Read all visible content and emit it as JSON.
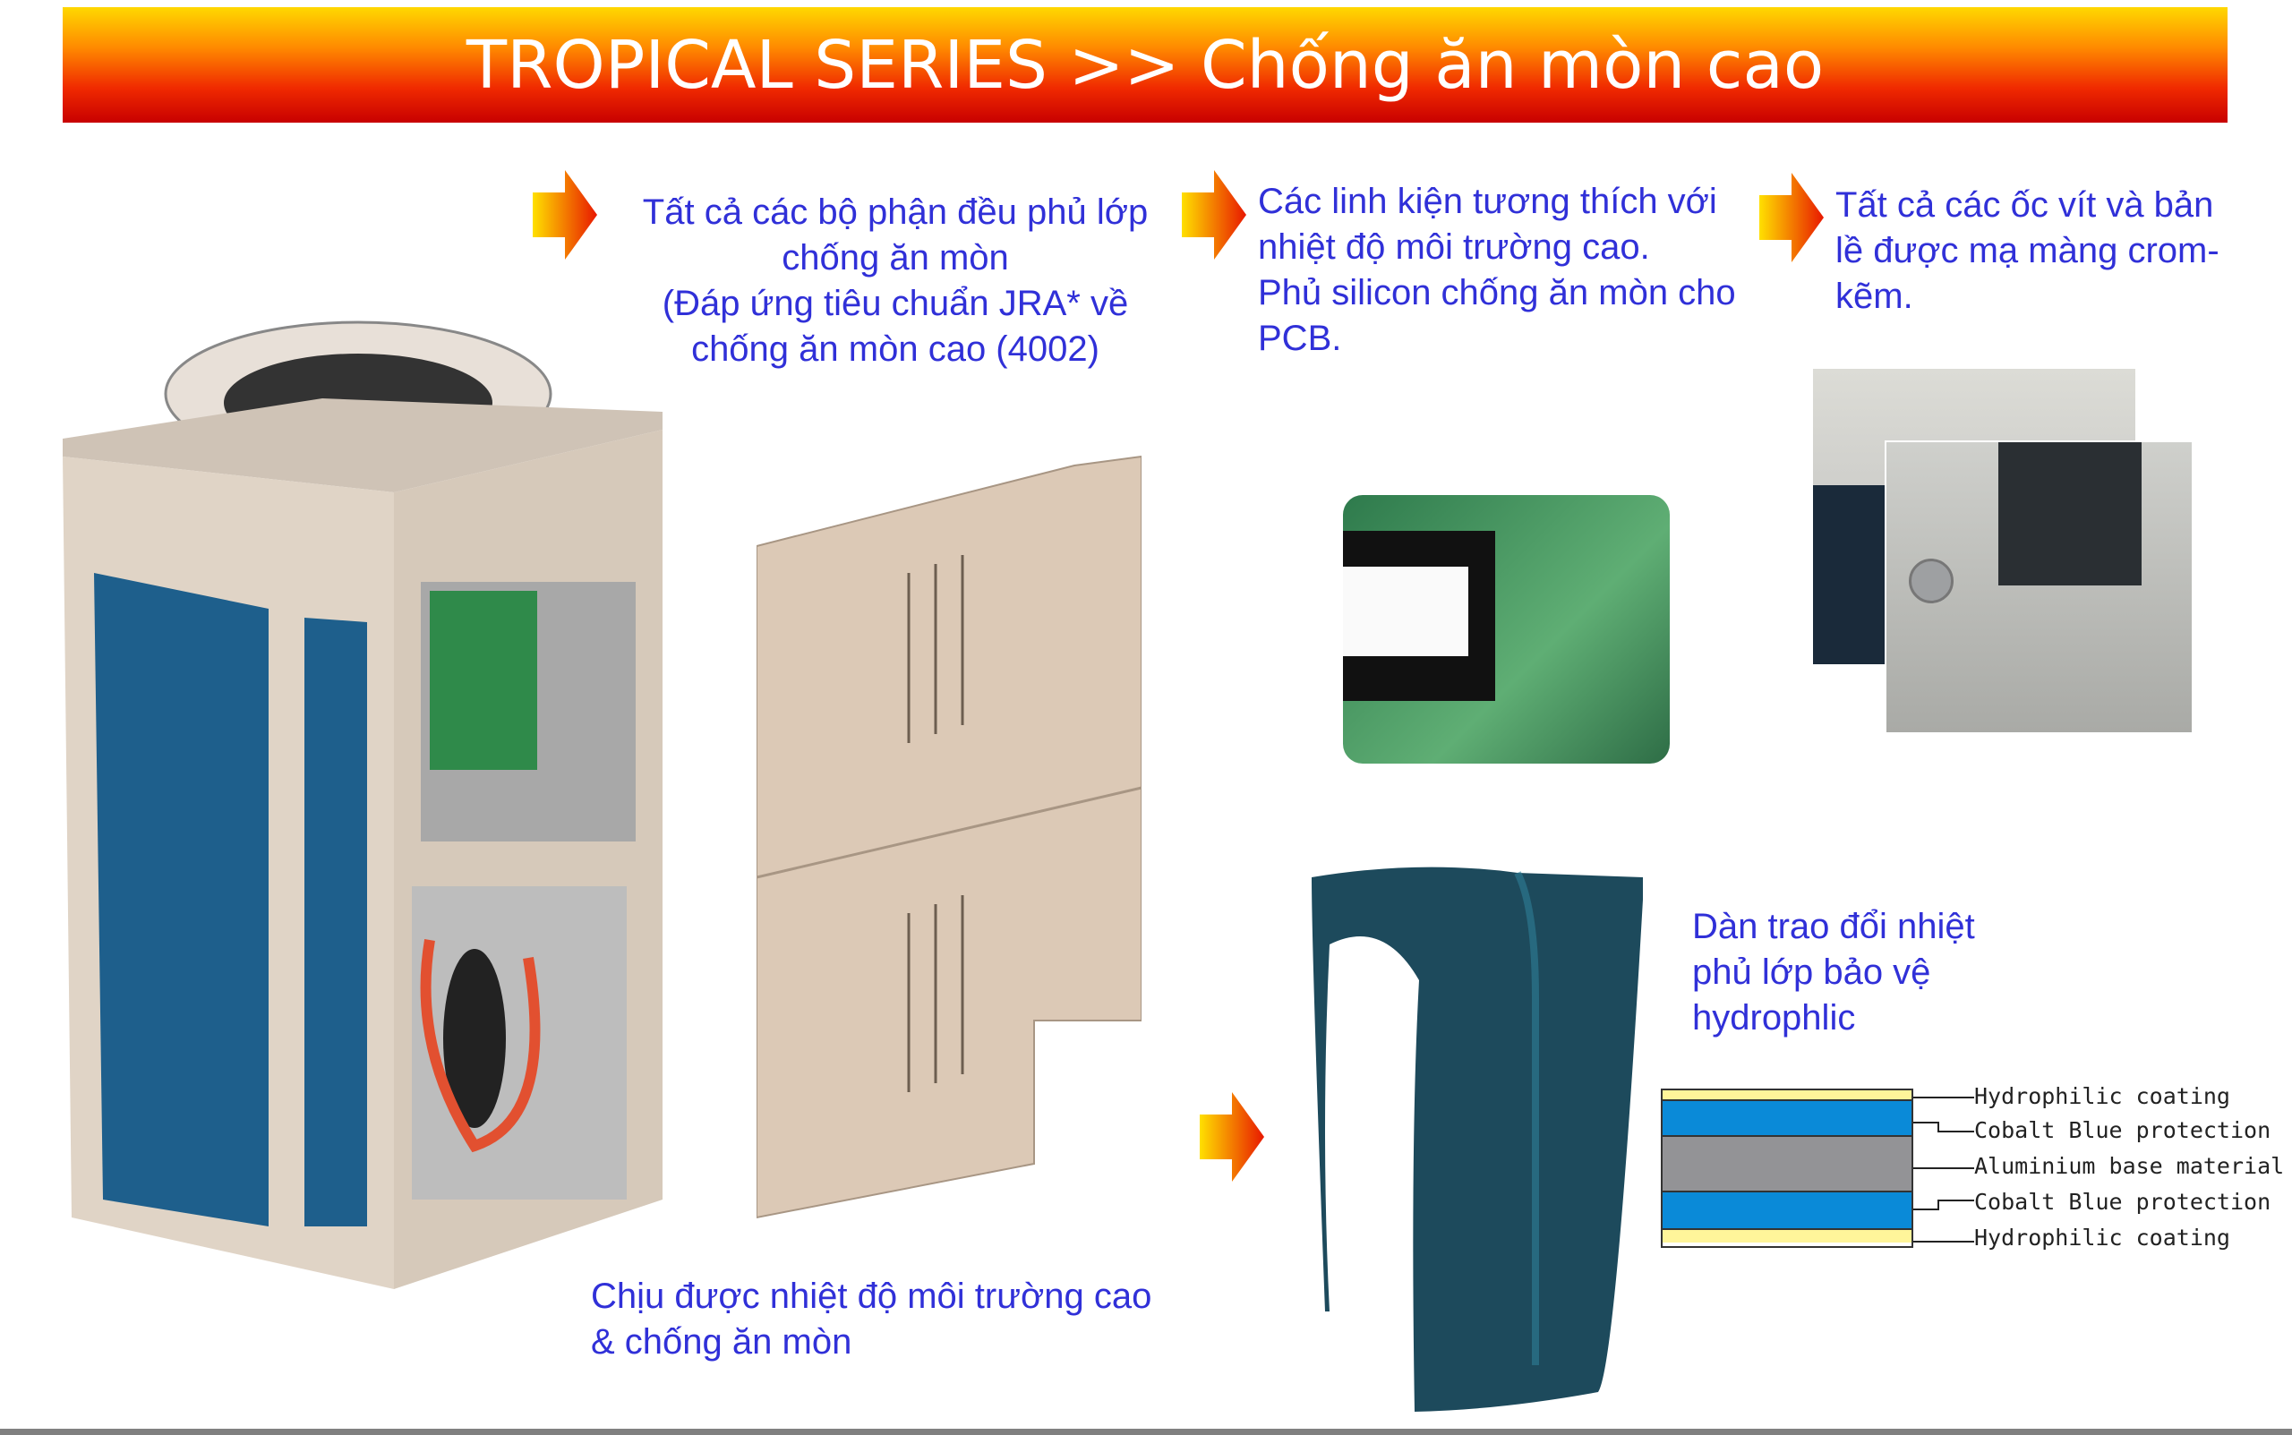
{
  "title": "TROPICAL SERIES >> Chống ăn mòn cao",
  "features": [
    {
      "lines": [
        "Tất cả các bộ phận đều phủ lớp",
        "chống ăn mòn",
        "(Đáp ứng tiêu chuẩn JRA* về",
        "chống ăn mòn cao (4002)"
      ]
    },
    {
      "lines": [
        "Các linh kiện tương thích với",
        "nhiệt độ môi trường cao.",
        "Phủ silicon chống ăn mòn cho",
        "PCB."
      ]
    },
    {
      "lines": [
        "Tất cả các ốc vít và bản",
        "lề được mạ màng crom-",
        "kẽm."
      ]
    },
    {
      "lines": [
        "Chịu được nhiệt độ môi trường cao",
        "& chống ăn mòn"
      ]
    },
    {
      "lines": [
        "Dàn trao đổi nhiệt",
        "phủ lớp bảo vệ",
        "hydrophlic"
      ]
    }
  ],
  "layers": [
    "Hydrophilic coating",
    "Cobalt Blue protection",
    "Aluminium base material",
    "Cobalt Blue protection",
    "Hydrophilic coating"
  ],
  "colors": {
    "text": "#3030d8",
    "hydrophilic": "#fff59a",
    "cobalt": "#0a8ad8",
    "aluminium": "#939396",
    "fin": "#1d4a5c"
  }
}
